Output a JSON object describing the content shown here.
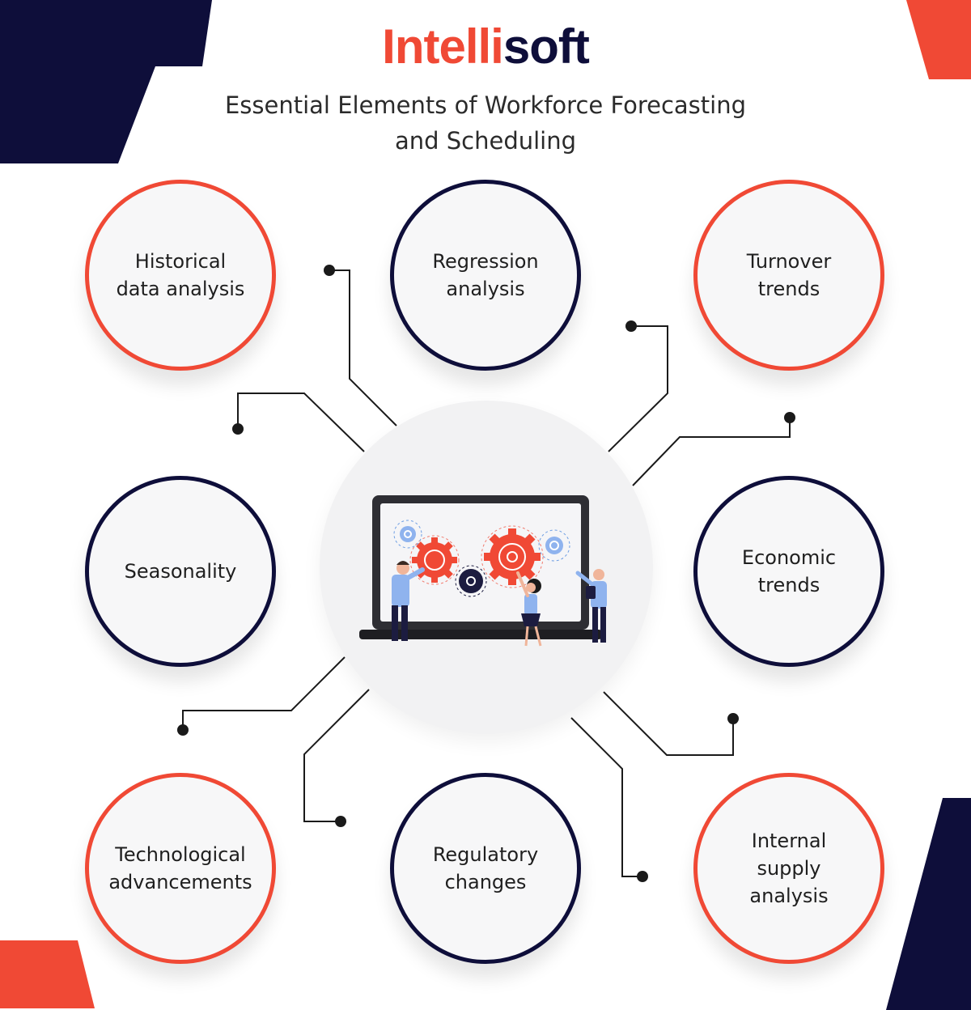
{
  "brand": {
    "part1": "Intelli",
    "part2": "soft"
  },
  "title": {
    "line1": "Essential Elements of Workforce Forecasting",
    "line2": "and Scheduling"
  },
  "colors": {
    "accent": "#f04935",
    "navy": "#0e0e3a",
    "node_fill": "#f7f7f8",
    "hub_fill": "#f2f2f3"
  },
  "elements": [
    {
      "label": "Historical\ndata analysis",
      "ring": "accent"
    },
    {
      "label": "Regression\nanalysis",
      "ring": "navy"
    },
    {
      "label": "Turnover\ntrends",
      "ring": "accent"
    },
    {
      "label": "Seasonality",
      "ring": "navy"
    },
    {
      "label": "Economic\ntrends",
      "ring": "navy"
    },
    {
      "label": "Technological\nadvancements",
      "ring": "accent"
    },
    {
      "label": "Regulatory\nchanges",
      "ring": "navy"
    },
    {
      "label": "Internal\nsupply\nanalysis",
      "ring": "accent"
    }
  ],
  "hub": {
    "illustration": "laptop-gears-team-illustration"
  }
}
